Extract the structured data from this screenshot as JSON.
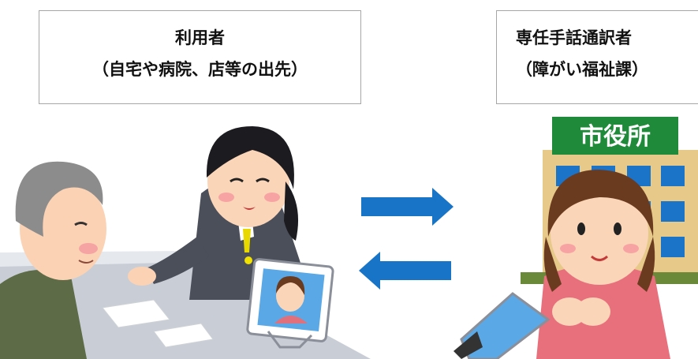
{
  "left_box": {
    "title": "利用者",
    "subtitle": "（自宅や病院、店等の出先）"
  },
  "right_box": {
    "title": "専任手話通訳者",
    "subtitle": "（障がい福祉課）"
  },
  "building": {
    "sign": "市役所"
  },
  "colors": {
    "arrow": "#1874c6",
    "sign_bg": "#1f8a3a",
    "box_border": "#a6a6a6"
  }
}
